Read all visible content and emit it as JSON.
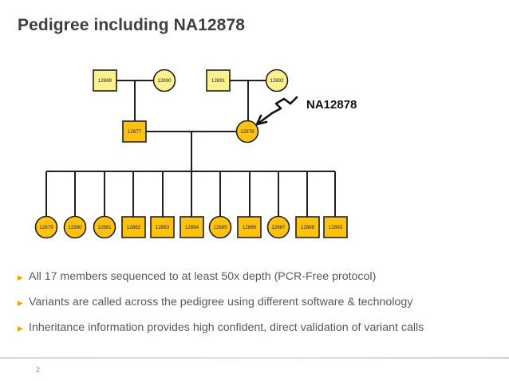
{
  "slide": {
    "title": "Pedigree including NA12878",
    "page_number": "2"
  },
  "annotation": {
    "label": "NA12878",
    "icon": "hand-drawn-squiggle-arrow",
    "points_to": "12878"
  },
  "colors": {
    "generation1_fill": "#FAF08C",
    "generation2_fill": "#FFC20E",
    "children_fill": "#FFC20E",
    "node_stroke": "#231F20",
    "title_text": "#404040",
    "body_text": "#595959",
    "bullet_marker": "#F0A30A",
    "background": "#FFFFFF"
  },
  "pedigree": {
    "generation1": [
      {
        "id": "12889",
        "sex": "male",
        "shape": "square",
        "fill": "#FAF08C"
      },
      {
        "id": "12890",
        "sex": "female",
        "shape": "circle",
        "fill": "#FAF08C"
      },
      {
        "id": "12891",
        "sex": "male",
        "shape": "square",
        "fill": "#FAF08C"
      },
      {
        "id": "12892",
        "sex": "female",
        "shape": "circle",
        "fill": "#FAF08C"
      }
    ],
    "generation2": [
      {
        "id": "12877",
        "sex": "male",
        "shape": "square",
        "fill": "#FFC20E"
      },
      {
        "id": "12878",
        "sex": "female",
        "shape": "circle",
        "fill": "#FFC20E"
      }
    ],
    "generation3": [
      {
        "id": "12879",
        "sex": "female",
        "shape": "circle",
        "fill": "#FFC20E"
      },
      {
        "id": "12880",
        "sex": "female",
        "shape": "circle",
        "fill": "#FFC20E"
      },
      {
        "id": "12881",
        "sex": "female",
        "shape": "circle",
        "fill": "#FFC20E"
      },
      {
        "id": "12882",
        "sex": "male",
        "shape": "square",
        "fill": "#FFC20E"
      },
      {
        "id": "12883",
        "sex": "male",
        "shape": "square",
        "fill": "#FFC20E"
      },
      {
        "id": "12884",
        "sex": "male",
        "shape": "square",
        "fill": "#FFC20E"
      },
      {
        "id": "12885",
        "sex": "female",
        "shape": "circle",
        "fill": "#FFC20E"
      },
      {
        "id": "12886",
        "sex": "male",
        "shape": "square",
        "fill": "#FFC20E"
      },
      {
        "id": "12887",
        "sex": "female",
        "shape": "circle",
        "fill": "#FFC20E"
      },
      {
        "id": "12888",
        "sex": "male",
        "shape": "square",
        "fill": "#FFC20E"
      },
      {
        "id": "12893",
        "sex": "male",
        "shape": "square",
        "fill": "#FFC20E"
      }
    ],
    "couples": [
      {
        "partners": [
          "12889",
          "12890"
        ],
        "child": "12877"
      },
      {
        "partners": [
          "12891",
          "12892"
        ],
        "child": "12878"
      },
      {
        "partners": [
          "12877",
          "12878"
        ],
        "children": [
          "12879",
          "12880",
          "12881",
          "12882",
          "12883",
          "12884",
          "12885",
          "12886",
          "12887",
          "12888",
          "12893"
        ]
      }
    ],
    "total_members": 17
  },
  "bullets": [
    "All 17 members sequenced to at least 50x depth (PCR-Free protocol)",
    "Variants are called across the pedigree using different software & technology",
    "Inheritance information provides high confident, direct validation of variant calls"
  ]
}
